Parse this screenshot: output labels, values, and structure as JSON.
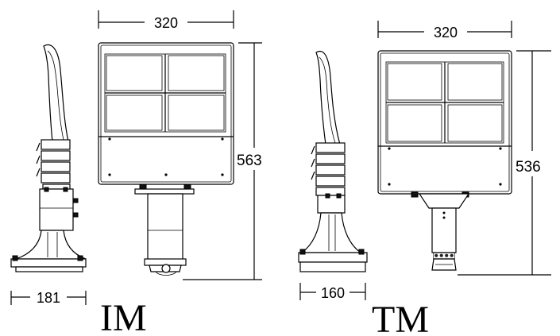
{
  "drawing": {
    "im": {
      "model_label": "IM",
      "width_label": "320",
      "height_label": "563",
      "base_label": "181"
    },
    "tm": {
      "model_label": "TM",
      "width_label": "320",
      "height_label": "536",
      "base_label": "160"
    },
    "colors": {
      "line": "#000000",
      "background": "#ffffff",
      "led_grid": "#222222"
    }
  }
}
